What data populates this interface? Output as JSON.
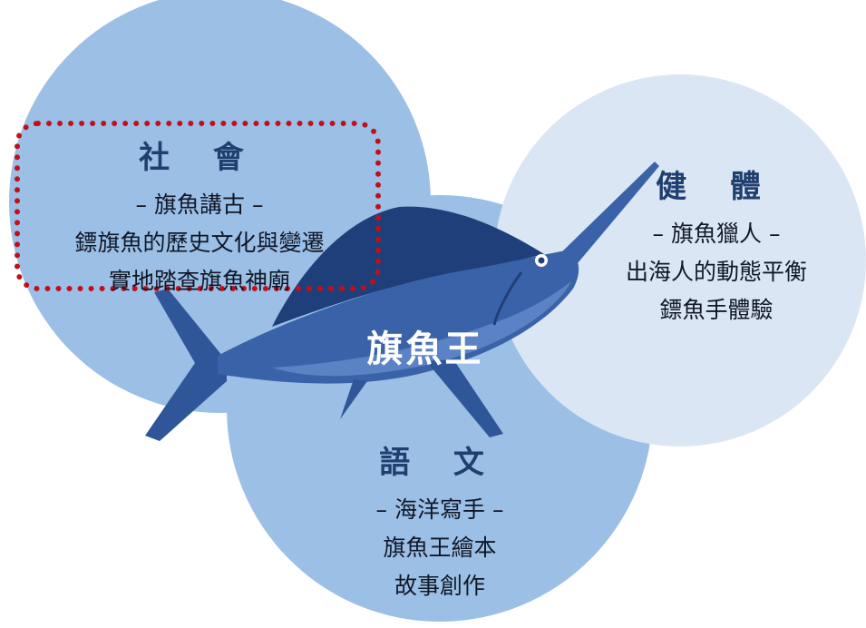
{
  "center": {
    "title": "旗魚王"
  },
  "social": {
    "title": "社 會",
    "lines": [
      "– 旗魚講古 –",
      "鏢旗魚的歷史文化與變遷",
      "實地踏查旗魚神廟"
    ]
  },
  "health": {
    "title": "健 體",
    "lines": [
      "– 旗魚獵人 –",
      "出海人的動態平衡",
      "鏢魚手體驗"
    ]
  },
  "language": {
    "title": "語 文",
    "lines": [
      "– 海洋寫手 –",
      "旗魚王繪本",
      "故事創作"
    ]
  },
  "colors": {
    "circle_main": "#9cbfe6",
    "circle_light": "#dbe6f4",
    "fish_body": "#3a62a8",
    "fish_dark": "#1f3f7a",
    "highlight_border": "#c0101a"
  },
  "icons": {
    "central_image": "marlin-illustration"
  }
}
